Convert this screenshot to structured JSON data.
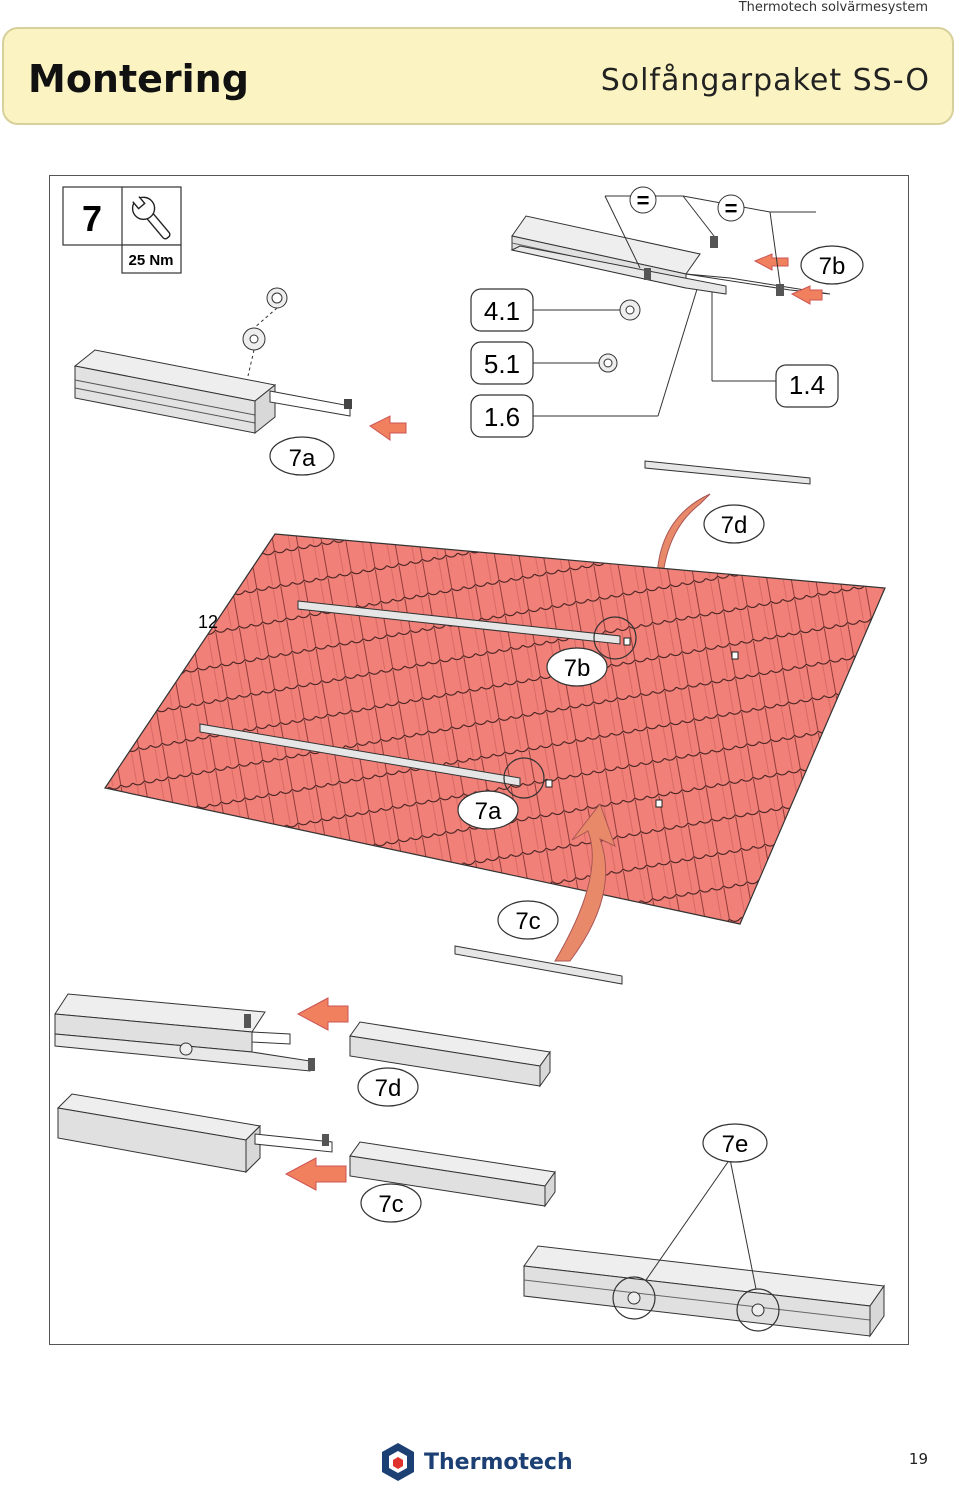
{
  "header": {
    "caption": "Thermotech solvärmesystem",
    "title": "Montering",
    "subtitle": "Solfångarpaket SS-O"
  },
  "step": {
    "number": "7",
    "torque": "25 Nm"
  },
  "labels": {
    "part_4_1": "4.1",
    "part_5_1": "5.1",
    "part_1_6": "1.6",
    "part_1_4": "1.4",
    "label_7a_top": "7a",
    "label_7b_top": "7b",
    "label_7d_top": "7d",
    "label_12": "12",
    "label_7b_roof": "7b",
    "label_7a_roof": "7a",
    "label_7c_mid": "7c",
    "label_7d_bottom": "7d",
    "label_7c_bottom": "7c",
    "label_7e": "7e",
    "equals_1": "=",
    "equals_2": "="
  },
  "footer": {
    "brand": "Thermotech",
    "page": "19"
  },
  "colors": {
    "banner_bg": "#fbf4c2",
    "roof": "#f08078",
    "arrow": "#f0805e",
    "logo": "#1c3f74"
  }
}
